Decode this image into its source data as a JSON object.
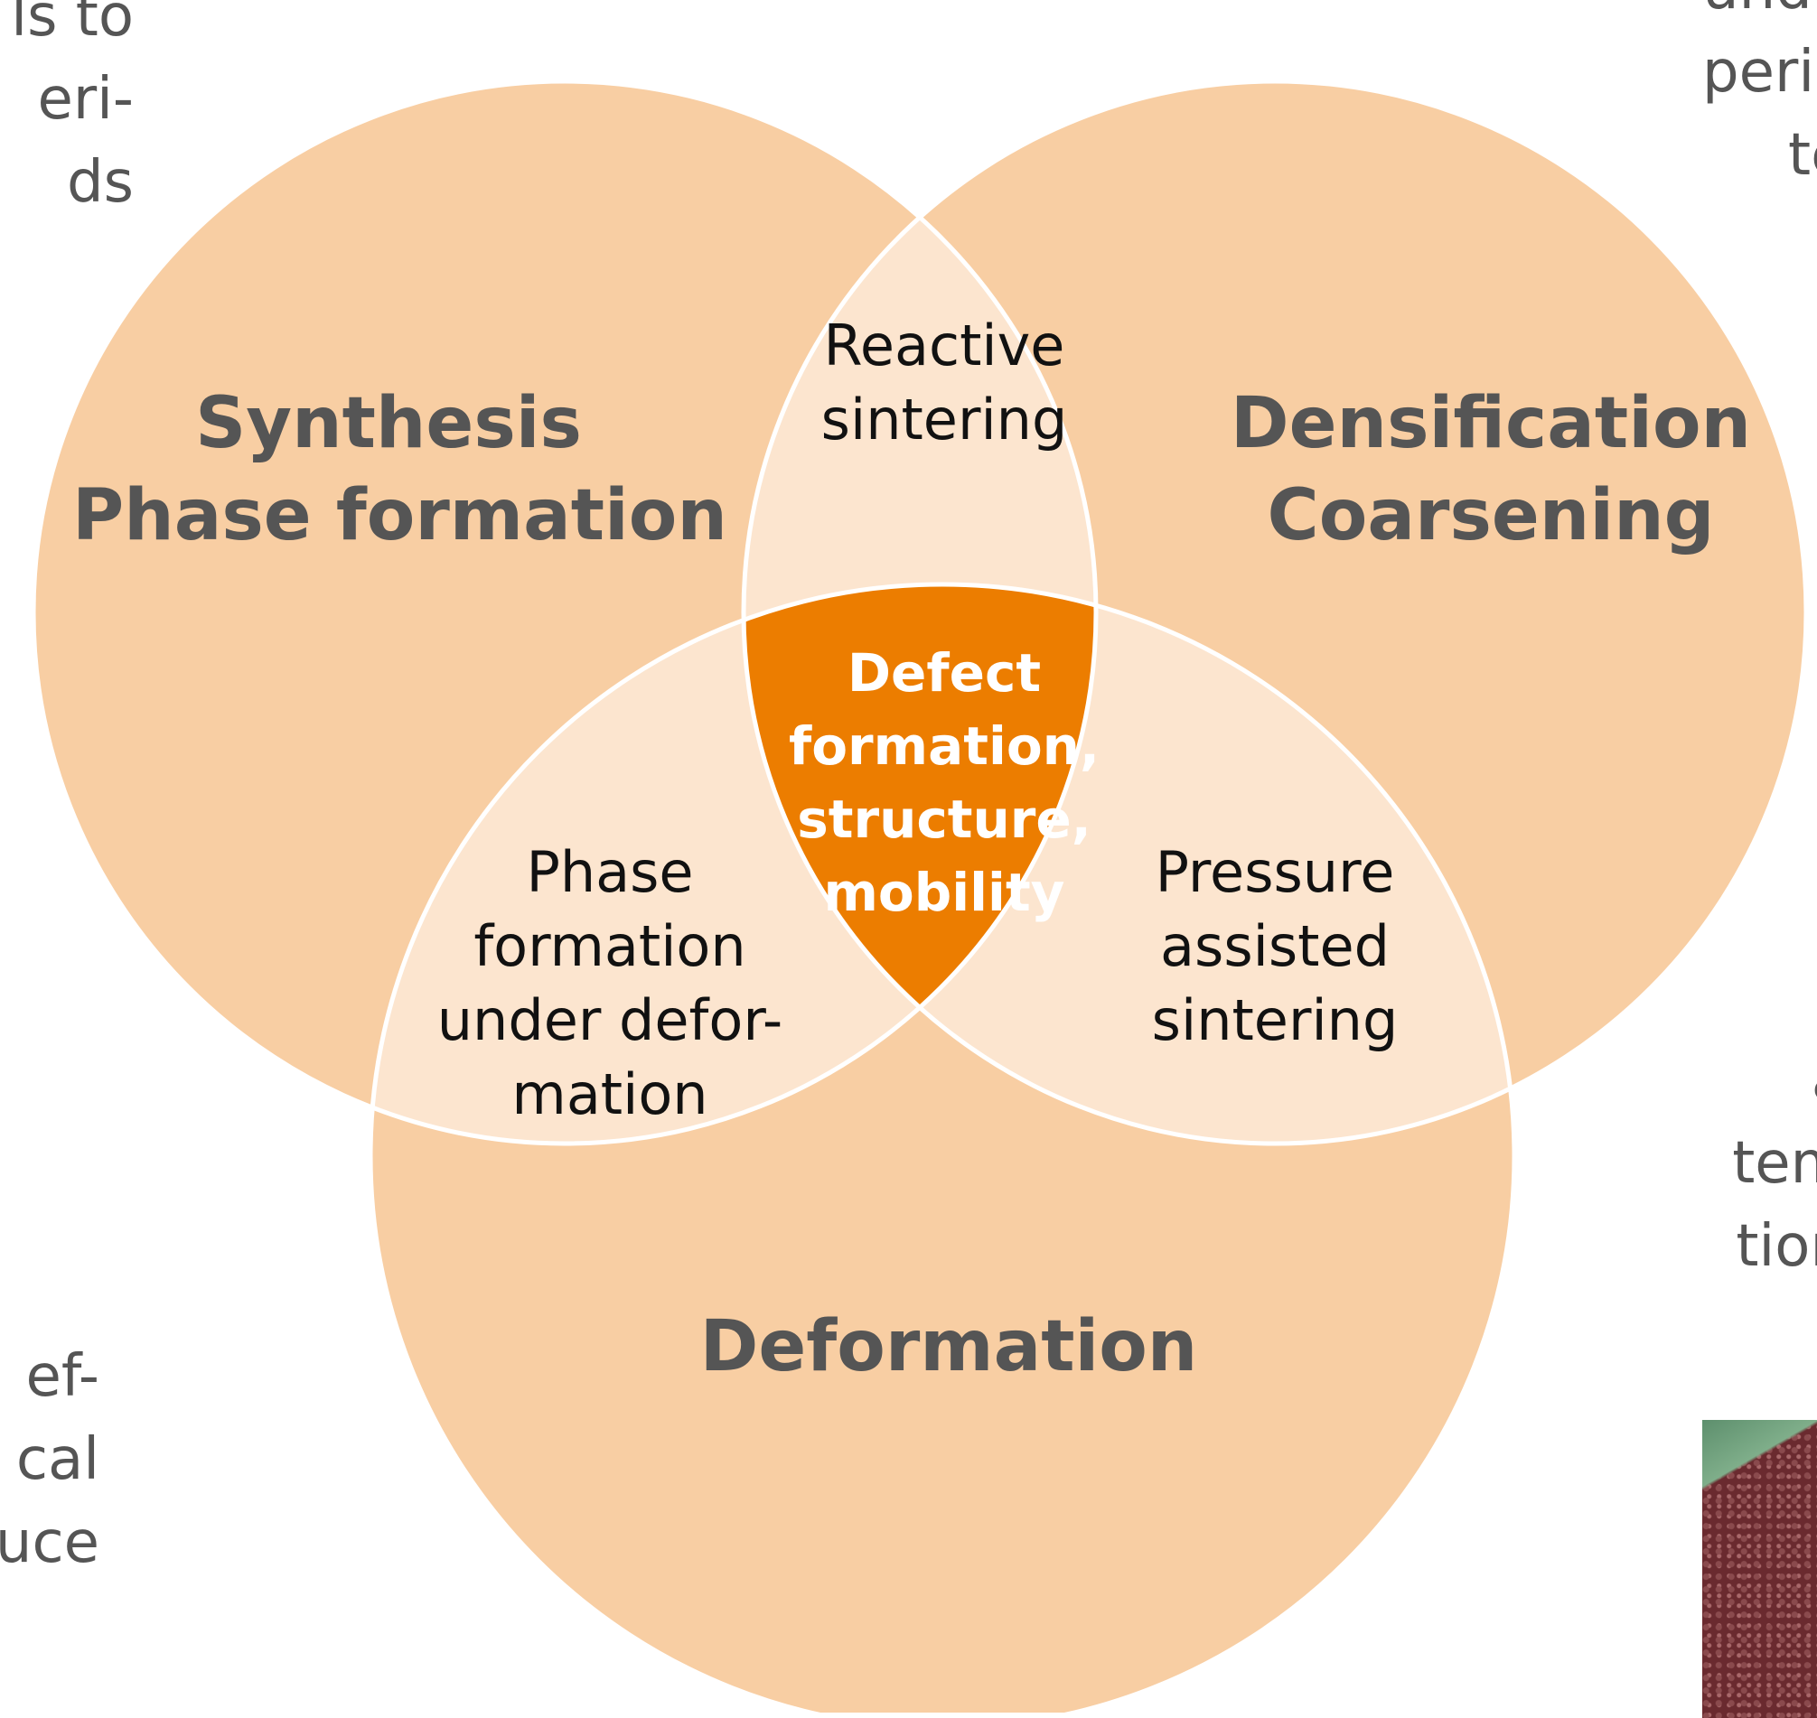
{
  "diagram": {
    "circles": {
      "top_left": [
        "Synthesis",
        "Phase formation"
      ],
      "top_right": [
        "Densification",
        "Coarsening"
      ],
      "bottom": [
        "Deformation"
      ]
    },
    "overlaps": {
      "top": [
        "Reactive",
        "sintering"
      ],
      "left": [
        "Phase",
        "formation",
        "under defor-",
        "mation"
      ],
      "right": [
        "Pressure",
        "assisted",
        "sintering"
      ]
    },
    "center": [
      "Defect",
      "formation,",
      "structure,",
      "mobility"
    ]
  },
  "cropped_text": {
    "top_left": [
      "ls to",
      "eri-",
      "ds"
    ],
    "top_right": [
      "und",
      "peri",
      "te"
    ],
    "bottom_left": [
      "ef-",
      "cal",
      "uce"
    ],
    "right_middle": [
      "a",
      "tem",
      "tion"
    ]
  },
  "colors": {
    "circle_fill": "#f8cea3",
    "overlap_fill": "#fce5cf",
    "center_fill": "#ec7d00",
    "outline": "#ffffff",
    "main_text": "#555555",
    "center_text": "#ffffff"
  }
}
